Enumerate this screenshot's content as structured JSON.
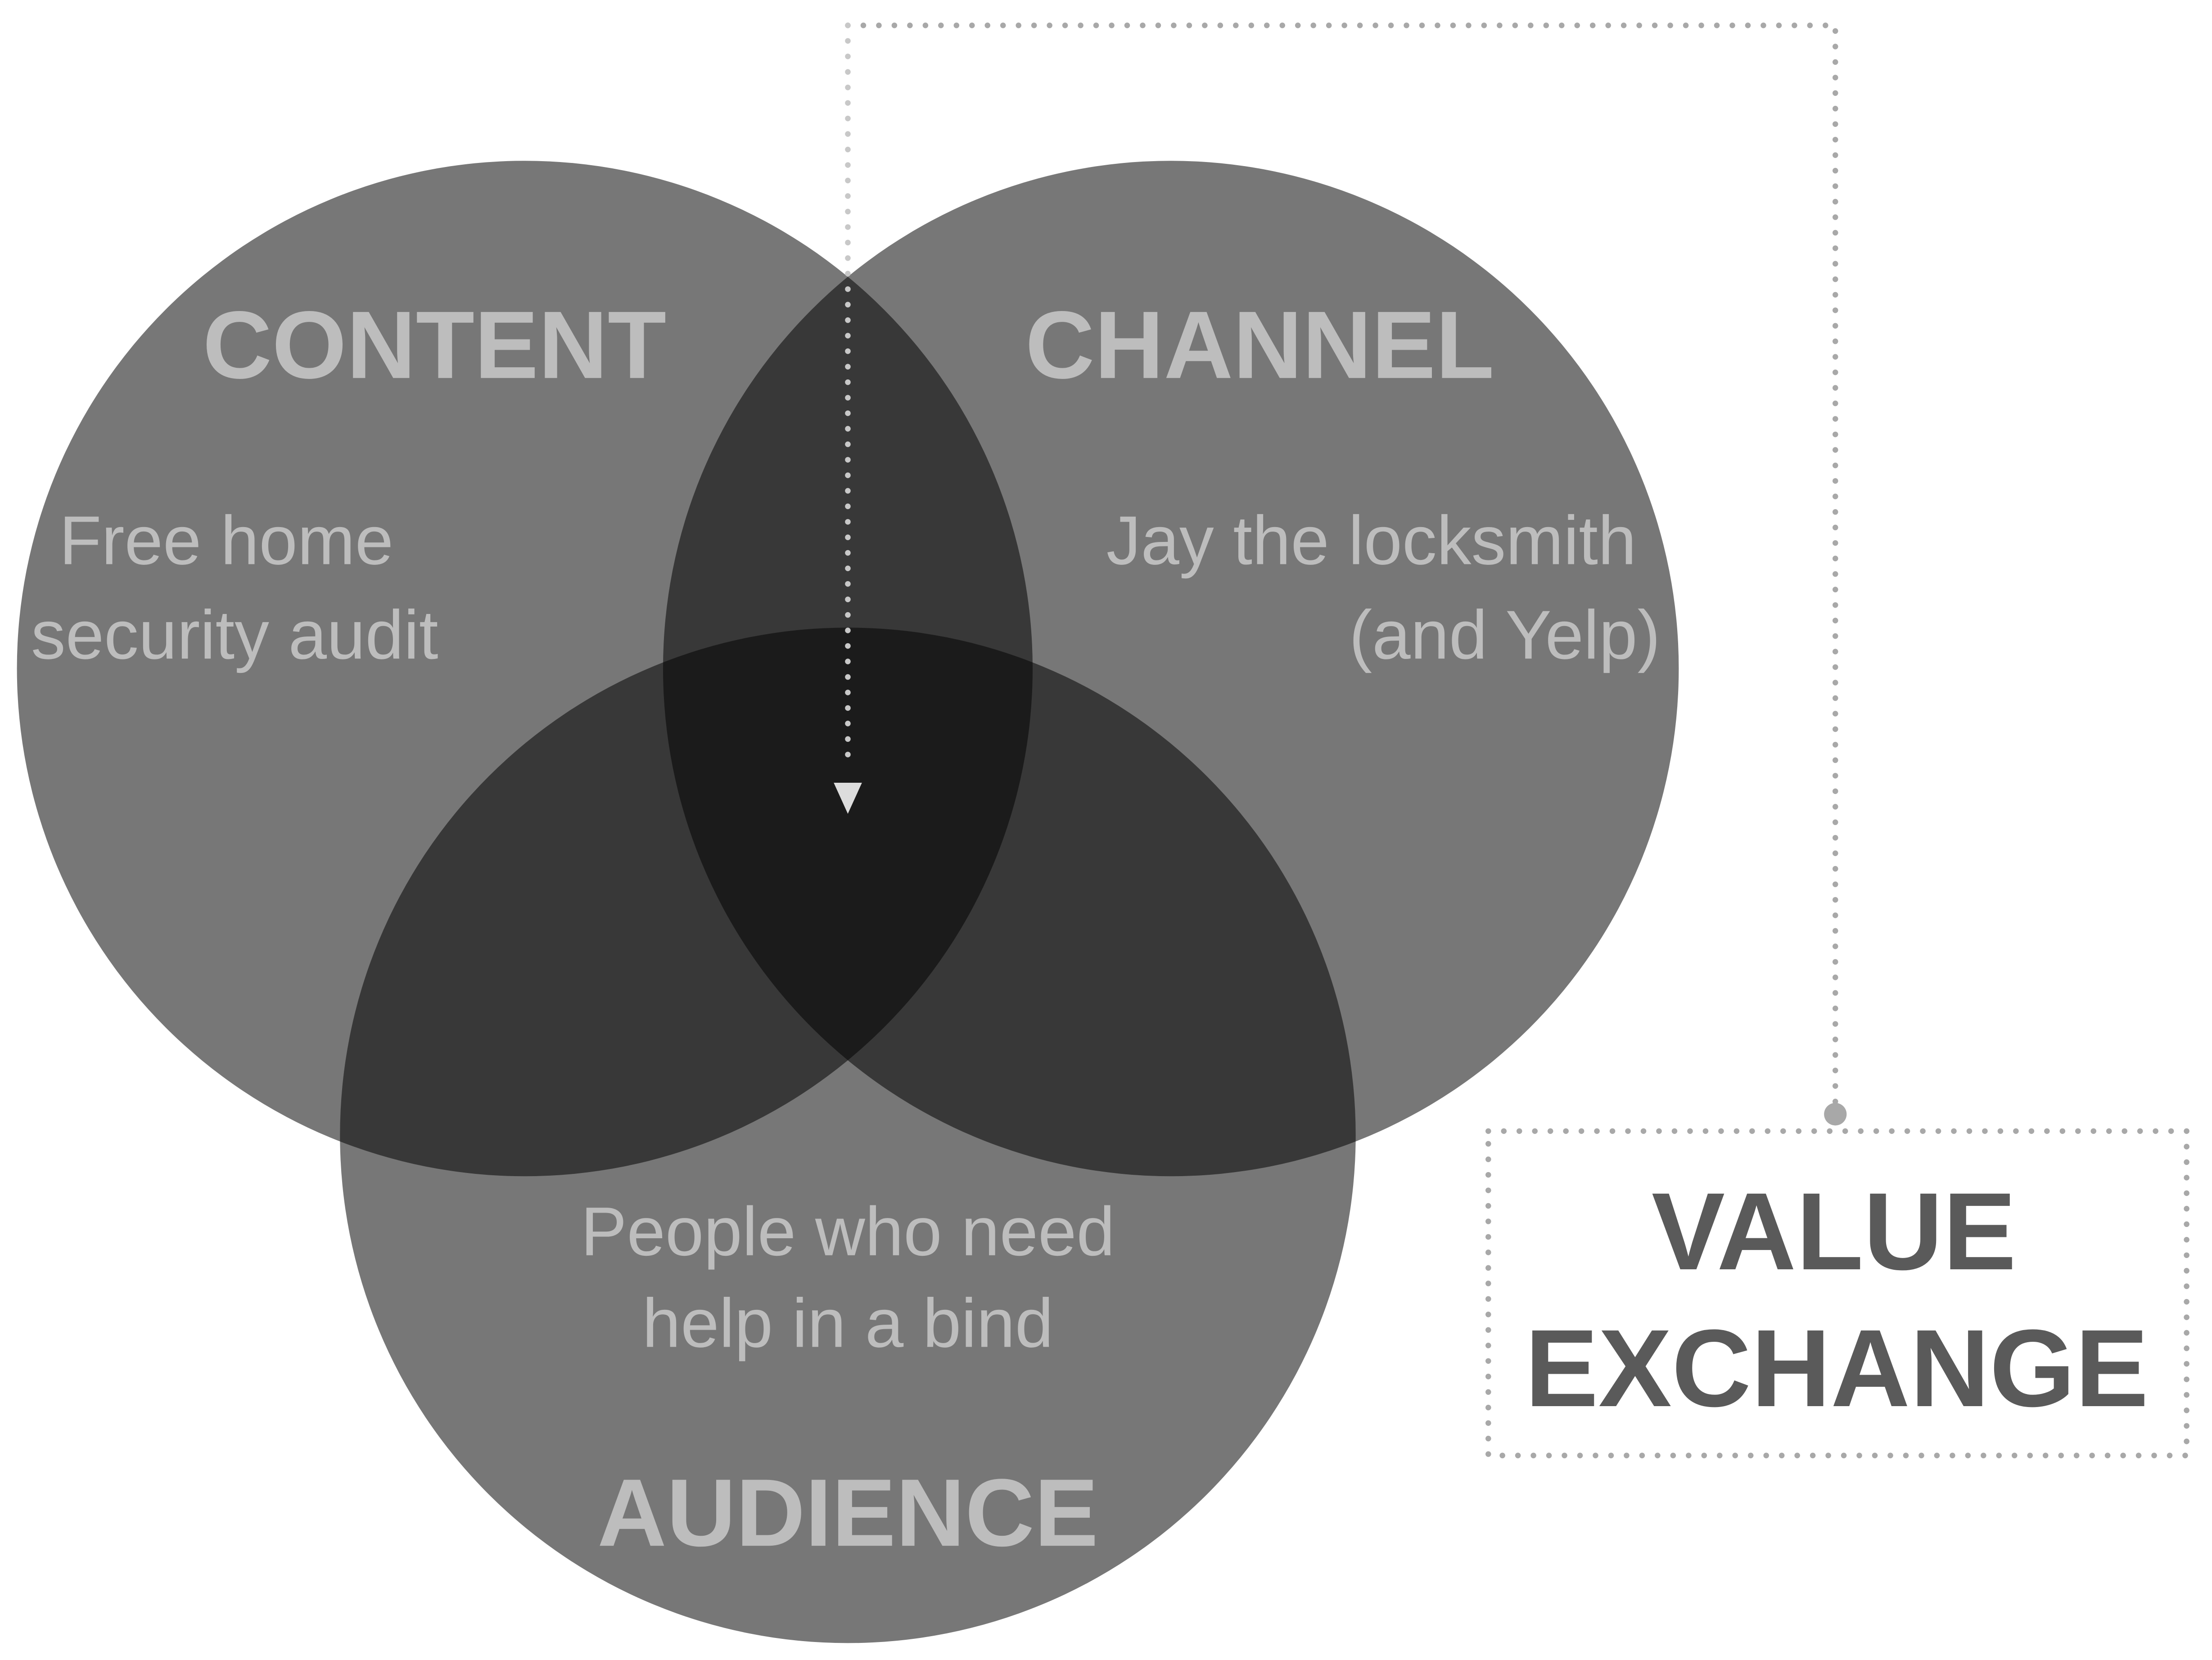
{
  "venn": {
    "content": {
      "title": "CONTENT",
      "line1": "Free home",
      "line2": "security audit"
    },
    "channel": {
      "title": "CHANNEL",
      "line1": "Jay the locksmith",
      "line2": "(and Yelp)"
    },
    "audience": {
      "title": "AUDIENCE",
      "line1": "People who need",
      "line2": "help in a bind"
    }
  },
  "value_exchange": {
    "line1": "VALUE",
    "line2": "EXCHANGE"
  },
  "colors": {
    "circle": "#777777",
    "label": "#bdbdbd",
    "value_text": "#5a5a5a",
    "dotted": "#a8a8a8"
  }
}
